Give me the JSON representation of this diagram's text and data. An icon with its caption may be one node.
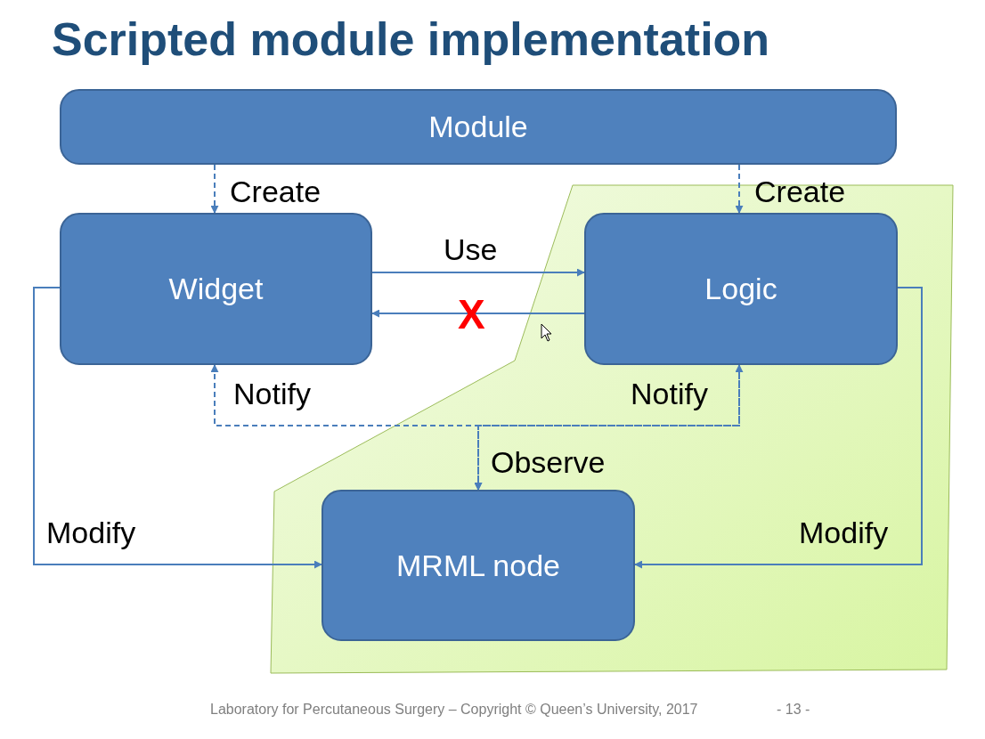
{
  "diagram": {
    "title": "Scripted module implementation",
    "nodes": [
      {
        "text": [
          "Module"
        ]
      },
      {
        "text": [
          "Widget"
        ]
      },
      {
        "text": [
          "Logic"
        ]
      },
      {
        "text": [
          "MRML node"
        ]
      }
    ],
    "edges": [
      {
        "from": 0,
        "to": 1,
        "arrow": "to",
        "label": "Create",
        "style": "dashed"
      },
      {
        "from": 0,
        "to": 2,
        "arrow": "to",
        "label": "Create",
        "style": "dashed"
      },
      {
        "from": 1,
        "to": 2,
        "arrow": "to",
        "label": "Use"
      },
      {
        "from": 2,
        "to": 1,
        "arrow": "to"
      },
      {
        "from": 3,
        "to": 1,
        "arrow": "to",
        "label": "Notify",
        "style": "dashed"
      },
      {
        "from": 3,
        "to": 2,
        "arrow": "to",
        "label": "Notify",
        "style": "dashed"
      },
      {
        "from": 1,
        "to": 3,
        "arrow": "to",
        "label": "Observe",
        "style": "dashed"
      },
      {
        "from": 2,
        "to": 3,
        "arrow": "to",
        "style": "dashed"
      },
      {
        "from": 1,
        "to": 3,
        "arrow": "to",
        "label": "Modify"
      },
      {
        "from": 2,
        "to": 3,
        "arrow": "to",
        "label": "Modify"
      }
    ],
    "labels": [
      "X",
      "Laboratory for Percutaneous Surgery – Copyright © Queen’s University, 2017",
      "- 13 -"
    ]
  }
}
